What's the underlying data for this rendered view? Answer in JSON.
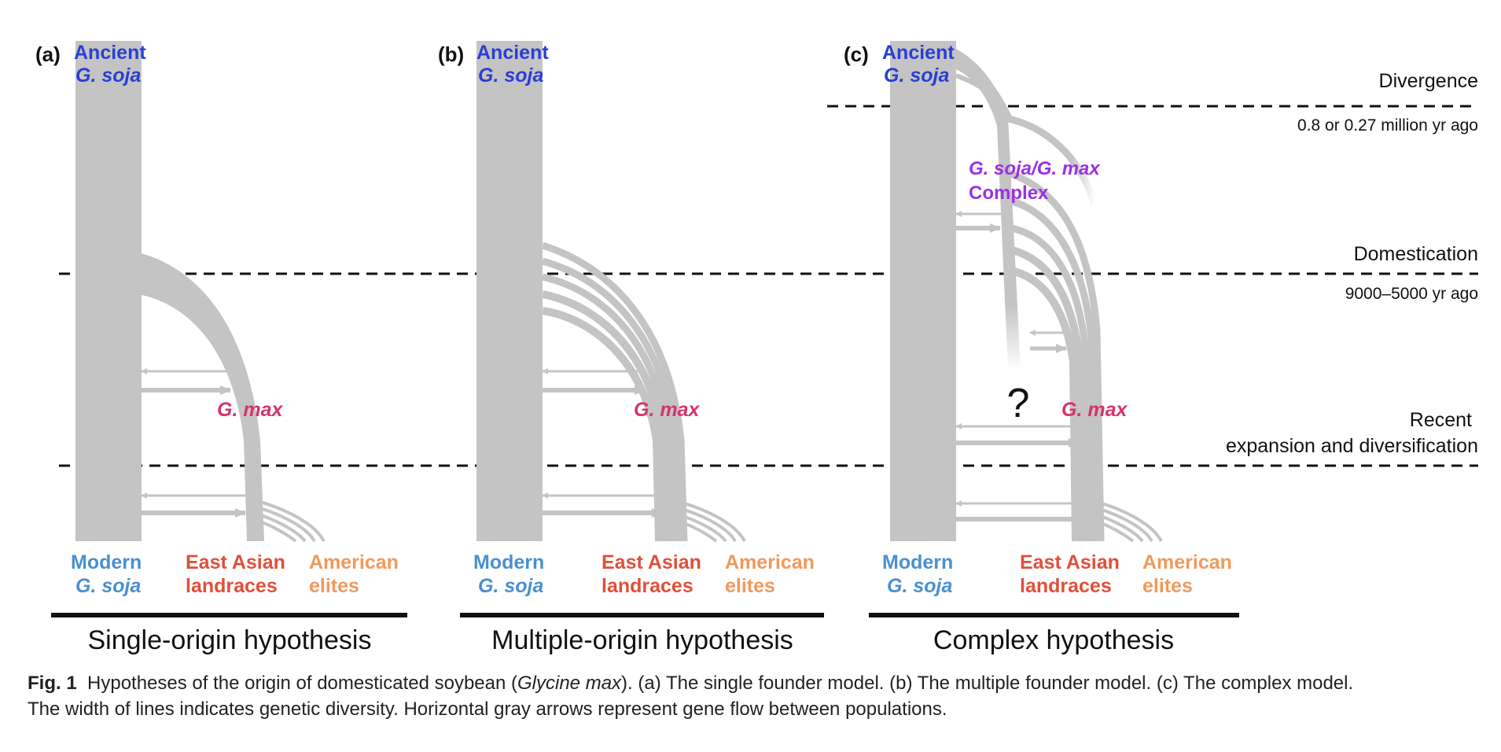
{
  "panels": [
    {
      "letter": "(a)",
      "ancient": "Ancient",
      "ancient_species": "G. soja",
      "modern": "Modern",
      "modern_species": "G. soja",
      "landraces_line1": "East Asian",
      "landraces_line2": "landraces",
      "elites_line1": "American",
      "elites_line2": "elites",
      "gmax": "G. max",
      "hypothesis": "Single-origin hypothesis"
    },
    {
      "letter": "(b)",
      "ancient": "Ancient",
      "ancient_species": "G. soja",
      "modern": "Modern",
      "modern_species": "G. soja",
      "landraces_line1": "East Asian",
      "landraces_line2": "landraces",
      "elites_line1": "American",
      "elites_line2": "elites",
      "gmax": "G. max",
      "hypothesis": "Multiple-origin hypothesis"
    },
    {
      "letter": "(c)",
      "ancient": "Ancient",
      "ancient_species": "G. soja",
      "modern": "Modern",
      "modern_species": "G. soja",
      "landraces_line1": "East Asian",
      "landraces_line2": "landraces",
      "elites_line1": "American",
      "elites_line2": "elites",
      "gmax": "G. max",
      "hypothesis": "Complex hypothesis",
      "complex_line1": "G. soja/G. max",
      "complex_line2": "Complex",
      "question": "?"
    }
  ],
  "timeline": {
    "divergence": "Divergence",
    "divergence_time": "0.8 or 0.27 million yr ago",
    "domestication": "Domestication",
    "domestication_time": "9000–5000 yr ago",
    "recent_line1": "Recent",
    "recent_line2": "expansion and diversification"
  },
  "caption": {
    "fig_label": "Fig. 1",
    "text_before": "Hypotheses of the origin of domesticated soybean (",
    "species": "Glycine max",
    "text_after": "). (a) The single founder model. (b) The multiple founder model. (c) The complex model.",
    "line2": "The width of lines indicates genetic diversity. Horizontal gray arrows represent gene flow between populations."
  },
  "colors": {
    "ancient": "#2a3fd4",
    "modern": "#4a90d0",
    "landraces": "#e0503a",
    "elites": "#ef9a5c",
    "gmax": "#d6336c",
    "complex": "#9b30e6",
    "lineage": "#c4c4c4"
  }
}
